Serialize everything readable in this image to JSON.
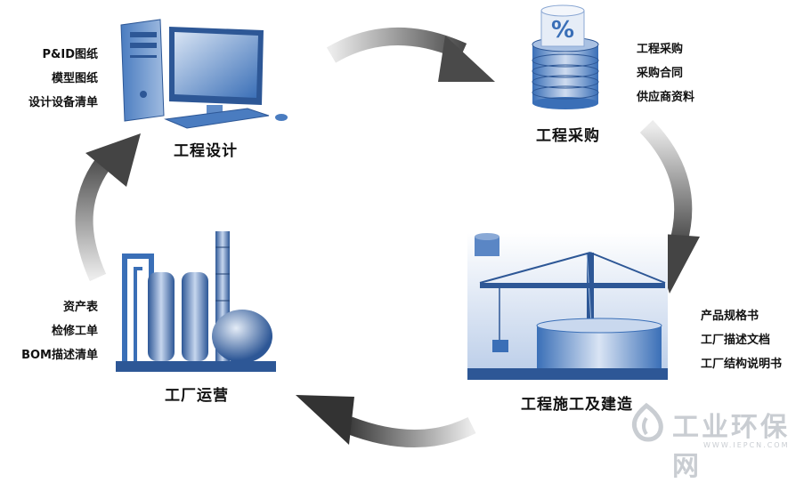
{
  "stages": {
    "design": {
      "title": "工程设计",
      "docs": [
        "P&ID图纸",
        "模型图纸",
        "设计设备清单"
      ]
    },
    "procurement": {
      "title": "工程采购",
      "docs": [
        "工程采购",
        "采购合同",
        "供应商资料"
      ]
    },
    "construction": {
      "title": "工程施工及建造",
      "docs": [
        "产品规格书",
        "工厂描述文档",
        "工厂结构说明书"
      ]
    },
    "operation": {
      "title": "工厂运营",
      "docs": [
        "资产表",
        "检修工单",
        "BOM描述清单"
      ]
    }
  },
  "watermark": {
    "name": "工业环保网",
    "url": "WWW.IEPCN.COM"
  },
  "icons": {
    "design": "computer-icon",
    "procurement": "coin-stack-icon",
    "construction": "crane-tank-icon",
    "operation": "plant-icon"
  },
  "colors": {
    "accent": "#3a6fb7",
    "arrow_dark": "#3c3c3c",
    "watermark": "#c9cdd2"
  }
}
